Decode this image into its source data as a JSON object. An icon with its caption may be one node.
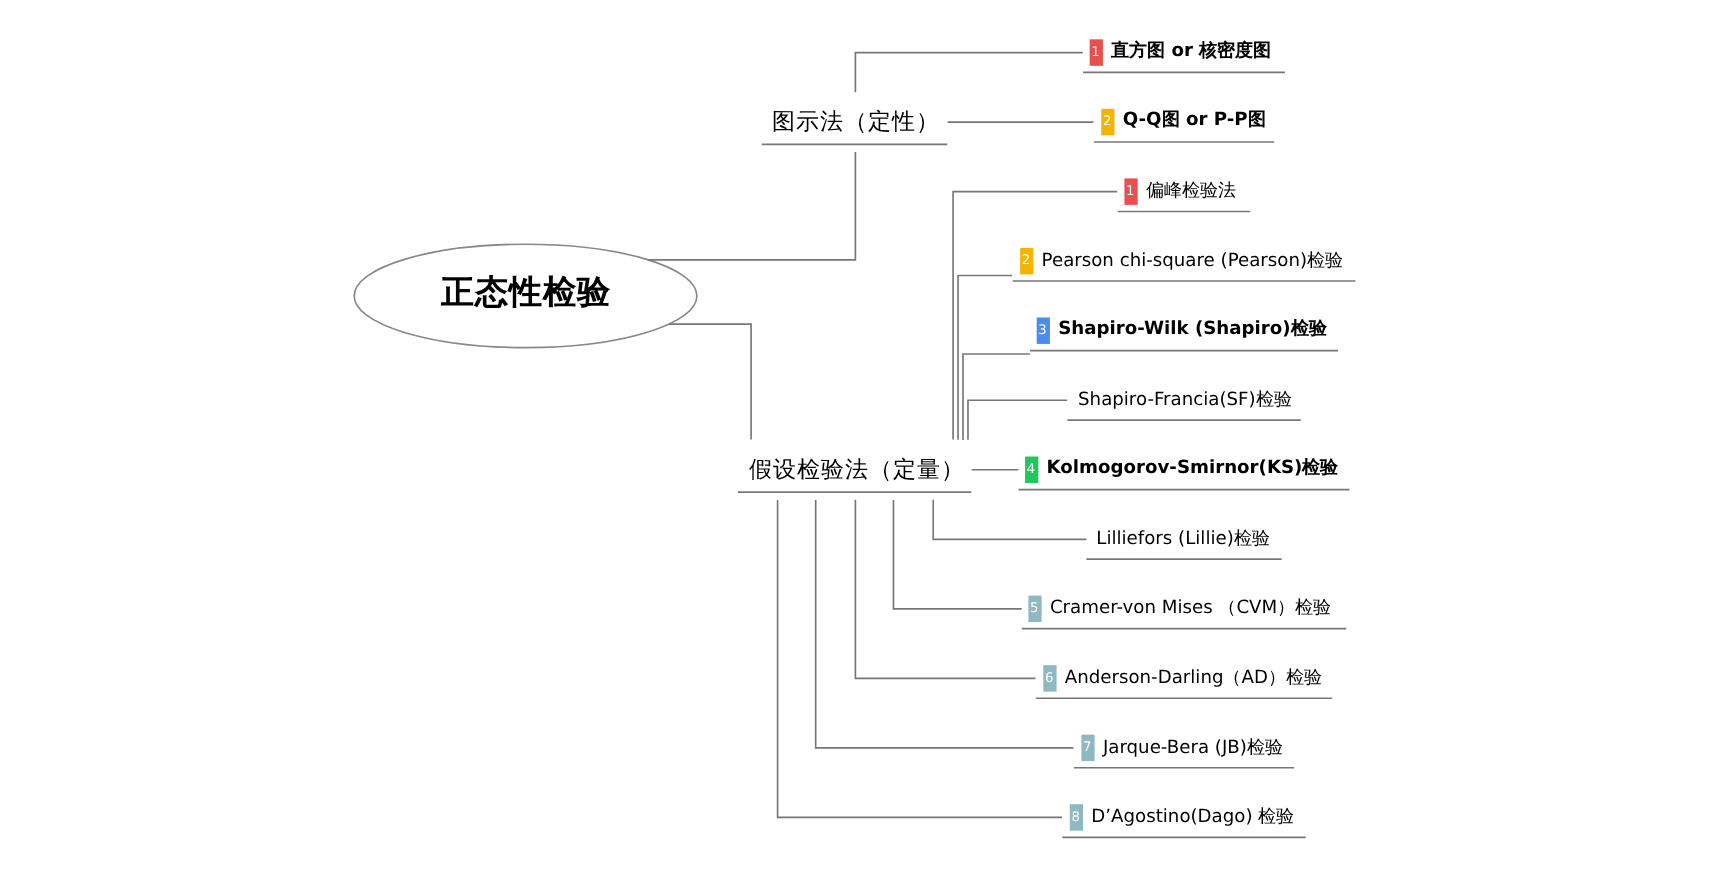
{
  "diagram": {
    "nodes": [
      {
        "text": [
          "正态性检验"
        ]
      },
      {
        "text": [
          "图示法（定性）"
        ]
      },
      {
        "text": [
          "1",
          "直方图 or 核密度图"
        ]
      },
      {
        "text": [
          "2",
          "Q-Q图 or P-P图"
        ]
      },
      {
        "text": [
          "假设检验法（定量）"
        ]
      },
      {
        "text": [
          "1",
          "偏峰检验法"
        ]
      },
      {
        "text": [
          "2",
          "Pearson chi-square (Pearson)检验"
        ]
      },
      {
        "text": [
          "3",
          "Shapiro-Wilk (Shapiro)检验"
        ]
      },
      {
        "text": [
          "Shapiro-Francia(SF)检验"
        ]
      },
      {
        "text": [
          "4",
          "Kolmogorov-Smirnor(KS)检验"
        ]
      },
      {
        "text": [
          "Lilliefors (Lillie)检验"
        ]
      },
      {
        "text": [
          "5",
          "Cramer-von Mises （CVM）检验"
        ]
      },
      {
        "text": [
          "6",
          "Anderson-Darling（AD）检验"
        ]
      },
      {
        "text": [
          "7",
          "Jarque-Bera (JB)检验"
        ]
      },
      {
        "text": [
          "8",
          "D’Agostino(Dago) 检验"
        ]
      }
    ],
    "edges": [
      {
        "from": 0,
        "to": 1,
        "arrow": "none"
      },
      {
        "from": 0,
        "to": 4,
        "arrow": "none"
      },
      {
        "from": 1,
        "to": 2,
        "arrow": "none"
      },
      {
        "from": 1,
        "to": 3,
        "arrow": "none"
      },
      {
        "from": 4,
        "to": 5,
        "arrow": "none"
      },
      {
        "from": 4,
        "to": 6,
        "arrow": "none"
      },
      {
        "from": 4,
        "to": 7,
        "arrow": "none"
      },
      {
        "from": 4,
        "to": 8,
        "arrow": "none"
      },
      {
        "from": 4,
        "to": 9,
        "arrow": "none"
      },
      {
        "from": 4,
        "to": 10,
        "arrow": "none"
      },
      {
        "from": 4,
        "to": 11,
        "arrow": "none"
      },
      {
        "from": 4,
        "to": 12,
        "arrow": "none"
      },
      {
        "from": 4,
        "to": 13,
        "arrow": "none"
      },
      {
        "from": 4,
        "to": 14,
        "arrow": "none"
      }
    ]
  }
}
